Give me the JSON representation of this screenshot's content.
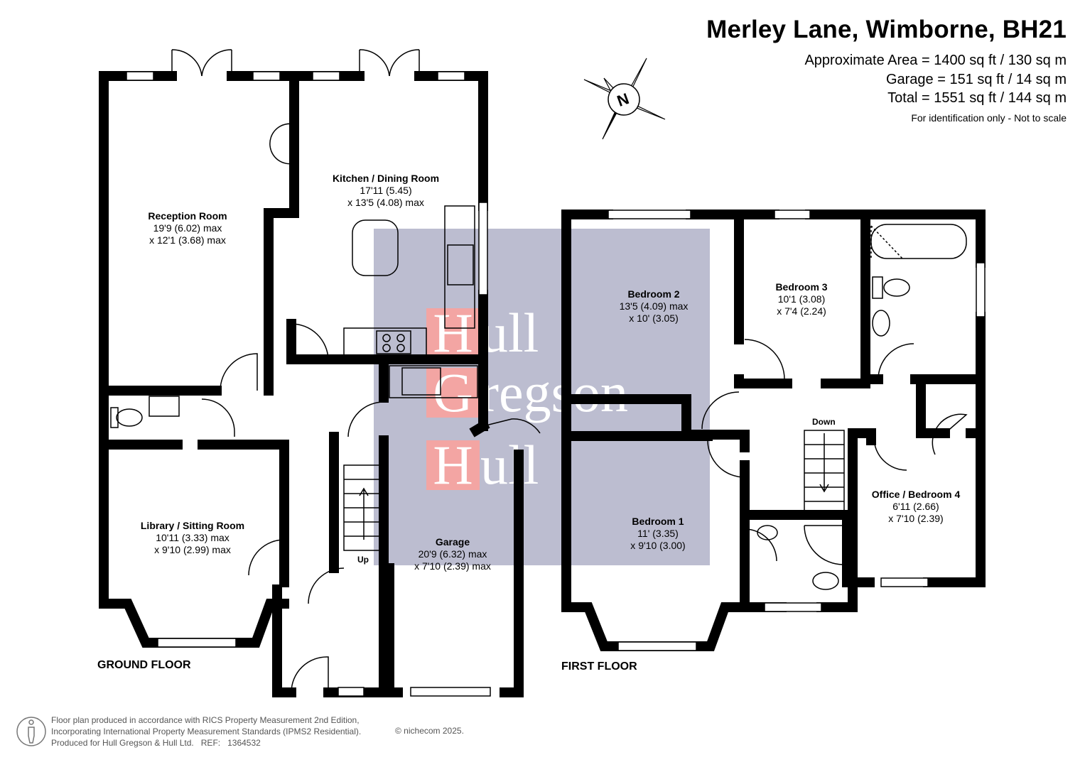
{
  "header": {
    "title": "Merley Lane, Wimborne, BH21",
    "approx_area": "Approximate Area = 1400 sq ft / 130 sq m",
    "garage_area": "Garage = 151 sq ft / 14 sq m",
    "total_area": "Total = 1551 sq ft / 144 sq m",
    "note": "For identification only - Not to scale"
  },
  "compass": {
    "label": "N"
  },
  "floors": {
    "ground": "GROUND FLOOR",
    "first": "FIRST FLOOR"
  },
  "stairs": {
    "up": "Up",
    "down": "Down"
  },
  "rooms": {
    "reception": {
      "name": "Reception Room",
      "dim1": "19'9 (6.02) max",
      "dim2": "x 12'1 (3.68) max"
    },
    "kitchen": {
      "name": "Kitchen / Dining Room",
      "dim1": "17'11 (5.45)",
      "dim2": "x 13'5 (4.08) max"
    },
    "library": {
      "name": "Library / Sitting Room",
      "dim1": "10'11 (3.33) max",
      "dim2": "x 9'10 (2.99) max"
    },
    "garage": {
      "name": "Garage",
      "dim1": "20'9 (6.32) max",
      "dim2": "x 7'10 (2.39) max"
    },
    "bedroom2": {
      "name": "Bedroom 2",
      "dim1": "13'5 (4.09) max",
      "dim2": "x 10' (3.05)"
    },
    "bedroom3": {
      "name": "Bedroom 3",
      "dim1": "10'1 (3.08)",
      "dim2": "x 7'4 (2.24)"
    },
    "bedroom1": {
      "name": "Bedroom 1",
      "dim1": "11' (3.35)",
      "dim2": "x 9'10 (3.00)"
    },
    "office": {
      "name": "Office / Bedroom 4",
      "dim1": "6'11 (2.66)",
      "dim2": "x 7'10 (2.39)"
    }
  },
  "watermark": {
    "line1_initial": "H",
    "line1_rest": "ull",
    "line2_initial": "G",
    "line2_rest": "regson",
    "line3_initial": "H",
    "line3_rest": "ull"
  },
  "footer": {
    "text": "Floor plan produced in accordance with RICS Property Measurement 2nd Edition,\nIncorporating International Property Measurement Standards (IPMS2 Residential).\nProduced for Hull Gregson & Hull Ltd.   REF:   1364532",
    "copyright": "© nichecom 2025."
  },
  "colors": {
    "wall": "#000000",
    "watermark_panel": "#bcbdd0",
    "watermark_letter_box": "#f3a5a3"
  }
}
